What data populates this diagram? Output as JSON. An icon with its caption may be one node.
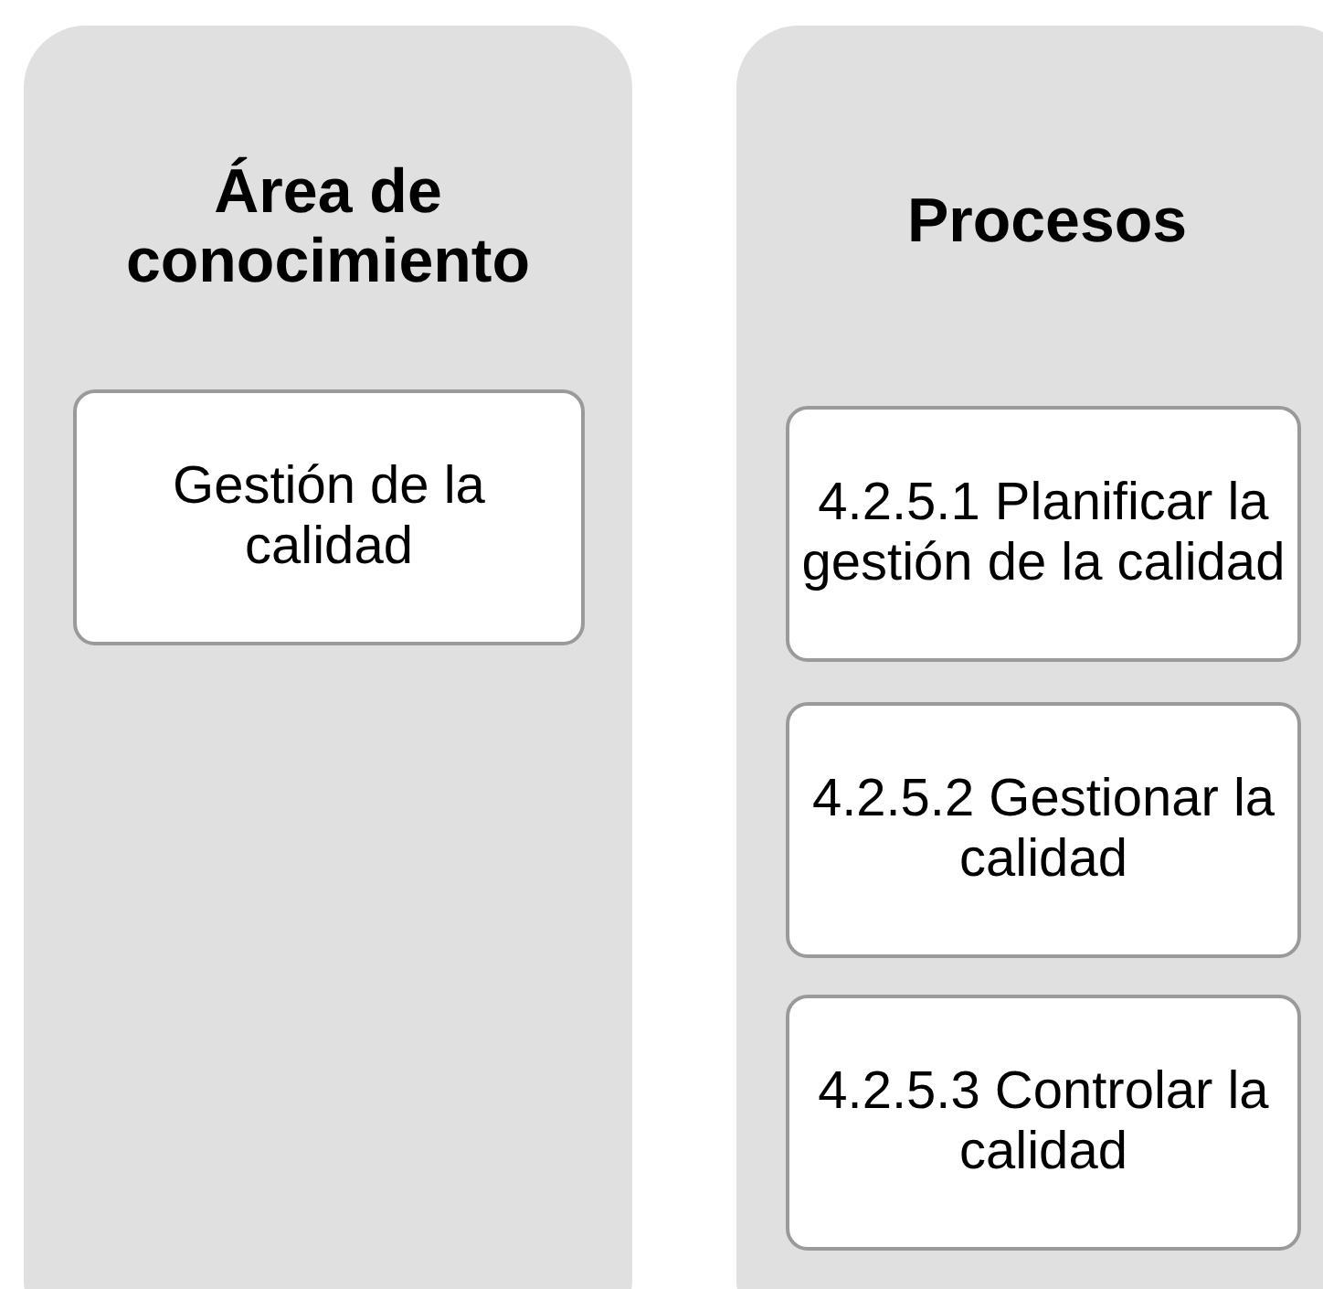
{
  "diagram": {
    "nodes": [
      {
        "text": [
          "Área de conocimiento"
        ]
      },
      {
        "text": [
          "Gestión de la calidad"
        ],
        "in": 0
      },
      {
        "text": [
          "Procesos"
        ]
      },
      {
        "text": [
          "4.2.5.1 Planificar la gestión de la calidad"
        ],
        "in": 2
      },
      {
        "text": [
          "4.2.5.2 Gestionar la calidad"
        ],
        "in": 2
      },
      {
        "text": [
          "4.2.5.3 Controlar la calidad"
        ],
        "in": 2
      }
    ]
  }
}
